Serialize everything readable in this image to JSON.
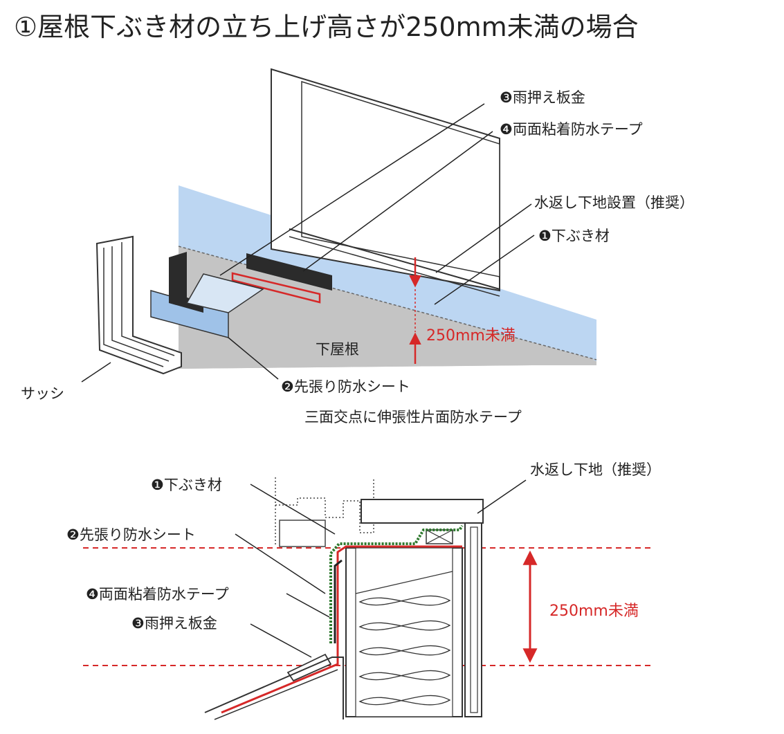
{
  "title": "①屋根下ぶき材の立ち上げ高さが250mm未満の場合",
  "top": {
    "label_3": "❸雨押え板金",
    "label_4": "❹両面粘着防水テープ",
    "label_mizugaeshi": "水返し下地設置（推奨）",
    "label_1": "❶下ぶき材",
    "dim": "250mm未満",
    "lower_roof": "下屋根",
    "sash": "サッシ",
    "label_2": "❷先張り防水シート",
    "note_tape": "三面交点に伸張性片面防水テープ"
  },
  "bottom": {
    "label_1": "❶下ぶき材",
    "label_2": "❷先張り防水シート",
    "label_4": "❹両面粘着防水テープ",
    "label_3": "❸雨押え板金",
    "label_mizugaeshi": "水返し下地（推奨）",
    "dim": "250mm未満"
  },
  "colors": {
    "accent_red": "#d62828",
    "membrane_blue": "#bcd6f2",
    "roof_gray": "#c4c4c4",
    "sheet_green": "#2f7a2f"
  }
}
